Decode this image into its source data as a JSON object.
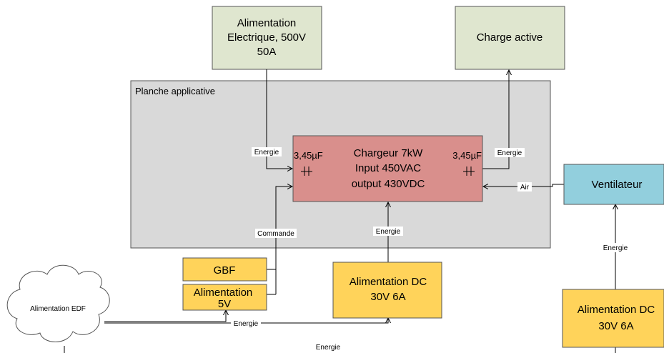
{
  "colors": {
    "green_box": "#dfe6cf",
    "board": "#d9d9d9",
    "charger": "#d98f8c",
    "fan": "#92cfdd",
    "yellow": "#ffd35a"
  },
  "nodes": {
    "alim_elec": [
      "Alimentation",
      "Electrique, 500V",
      "50A"
    ],
    "charge_active": [
      "Charge active"
    ],
    "planche": "Planche applicative",
    "chargeur": [
      "Chargeur 7kW",
      "Input 450VAC",
      "output 430VDC"
    ],
    "cap_left": "3,45µF",
    "cap_right": "3,45µF",
    "ventilateur": [
      "Ventilateur"
    ],
    "gbf": [
      "GBF"
    ],
    "alim5v": [
      "Alimentation",
      "5V"
    ],
    "alim_dc_mid": [
      "Alimentation DC",
      "30V 6A"
    ],
    "alim_dc_right": [
      "Alimentation DC",
      "30V 6A"
    ],
    "edf": "Alimentation EDF"
  },
  "edge_labels": {
    "energie_in": "Energie",
    "energie_out": "Energie",
    "air": "Air",
    "commande": "Commande",
    "energie_dc_mid": "Energie",
    "energie_dc_right": "Energie",
    "energie_edf": "Energie",
    "energie_bottom": "Energie"
  }
}
